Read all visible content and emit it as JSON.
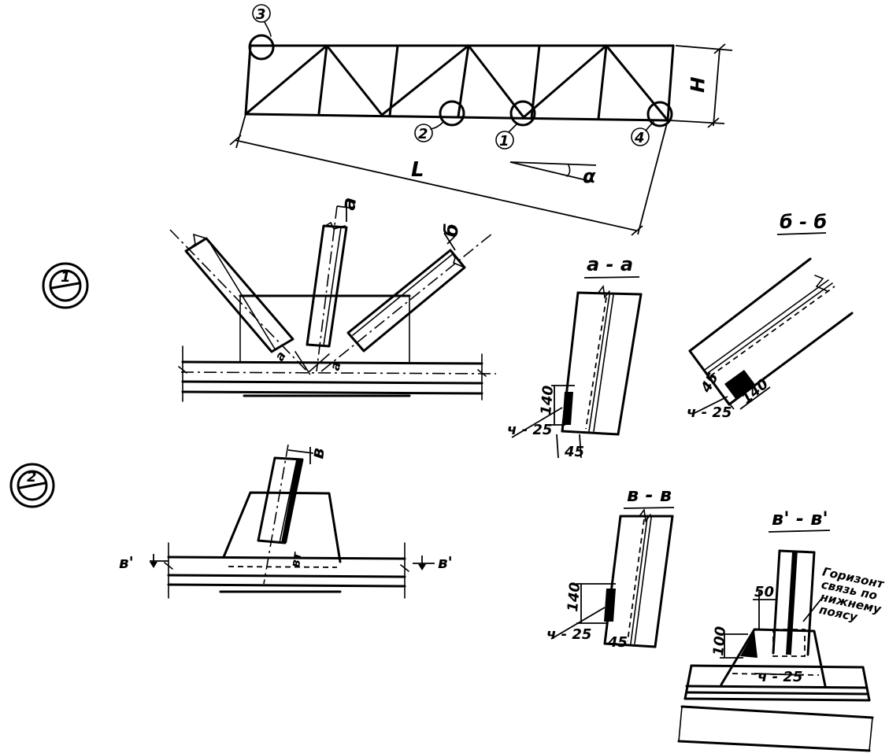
{
  "truss": {
    "node3": "3",
    "node2": "2",
    "node1": "1",
    "node4": "4",
    "span_label": "L",
    "height_label": "H",
    "slope_label": "α"
  },
  "node1_view": {
    "marker": "1",
    "cut_a": "а",
    "cut_b": "б",
    "mark_a1": "а",
    "mark_a2": "а"
  },
  "section_aa": {
    "title": "а - а",
    "dim_140": "140",
    "dim_45": "45",
    "plate": "ч - 25"
  },
  "section_bb": {
    "title": "б - б",
    "dim_45": "45",
    "dim_140": "140",
    "plate": "ч - 25"
  },
  "node2_view": {
    "marker": "2",
    "cut_v": "в",
    "cut_v1_left": "в'",
    "cut_v1_right": "в'",
    "mark_vt": "вт"
  },
  "section_vv": {
    "title": "в - в",
    "dim_140": "140",
    "dim_45": "45",
    "plate": "ч - 25"
  },
  "section_v1v1": {
    "title": "в' - в'",
    "dim_50": "50",
    "dim_100": "100",
    "plate": "ч - 25",
    "note_line1": "Горизонт",
    "note_line2": "связь по",
    "note_line3": "нижнему",
    "note_line4": "поясу"
  }
}
